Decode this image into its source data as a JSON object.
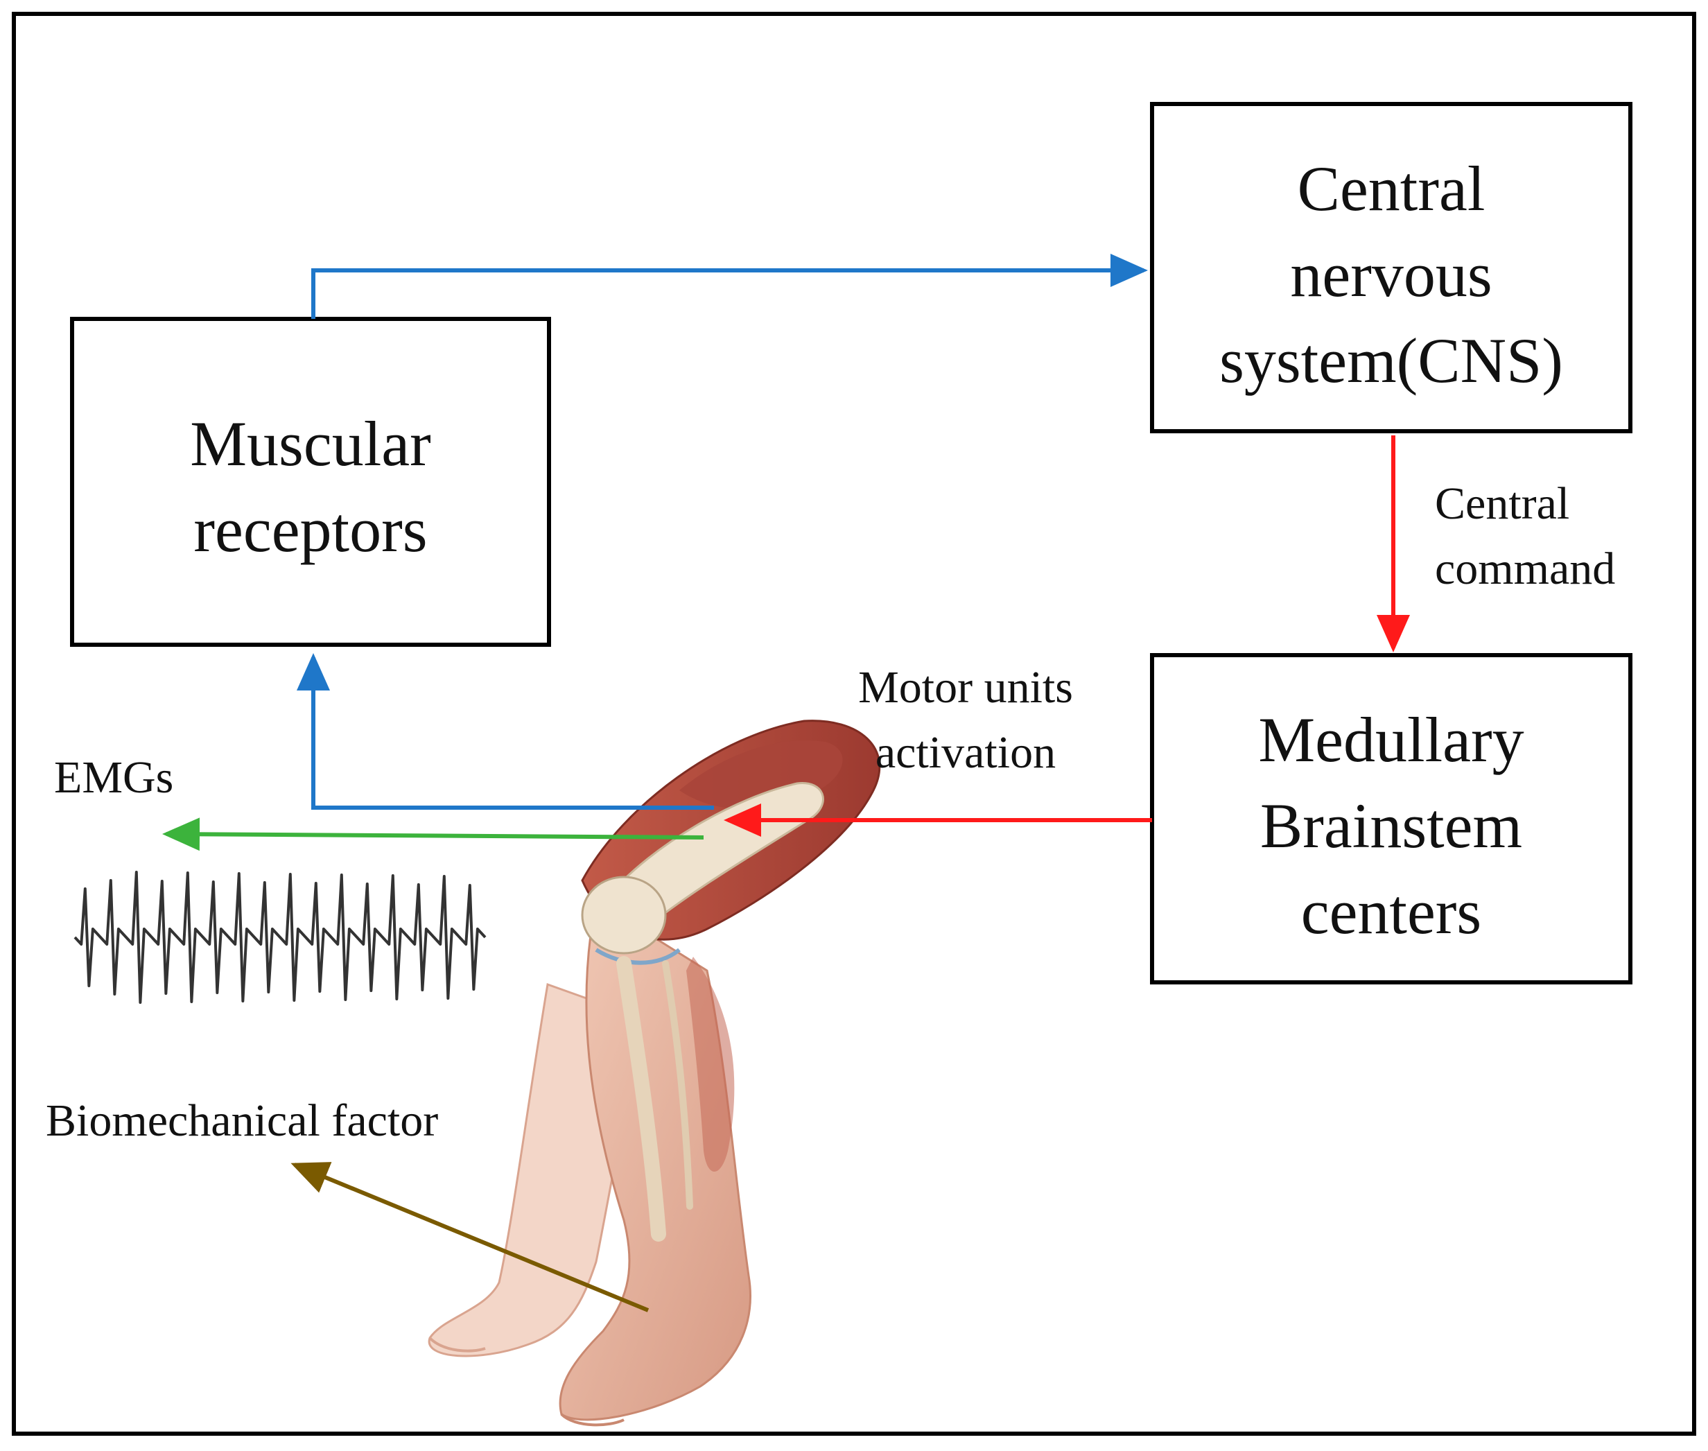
{
  "boxes": {
    "cns": "Central\nnervous\nsystem(CNS)",
    "muscular_receptors": "Muscular\nreceptors",
    "medullary": "Medullary\nBrainstem\ncenters"
  },
  "labels": {
    "central_command": "Central\ncommand",
    "motor_units_activation": "Motor units\nactivation",
    "emgs": "EMGs",
    "biomechanical_factor": "Biomechanical factor"
  },
  "colors": {
    "frame": "#000000",
    "box_border": "#000000",
    "afferent_arrow": "#1f77c9",
    "command_arrow": "#ff1a1a",
    "emg_arrow": "#3cb33c",
    "biomechanical_arrow": "#7a5a00",
    "emg_signal": "#333333",
    "leg_skin": "#e8b8a4",
    "muscle": "#b54a3c",
    "bone": "#efe3cf"
  },
  "icons": [
    "leg-anatomy-illustration",
    "emg-signal-waveform"
  ]
}
